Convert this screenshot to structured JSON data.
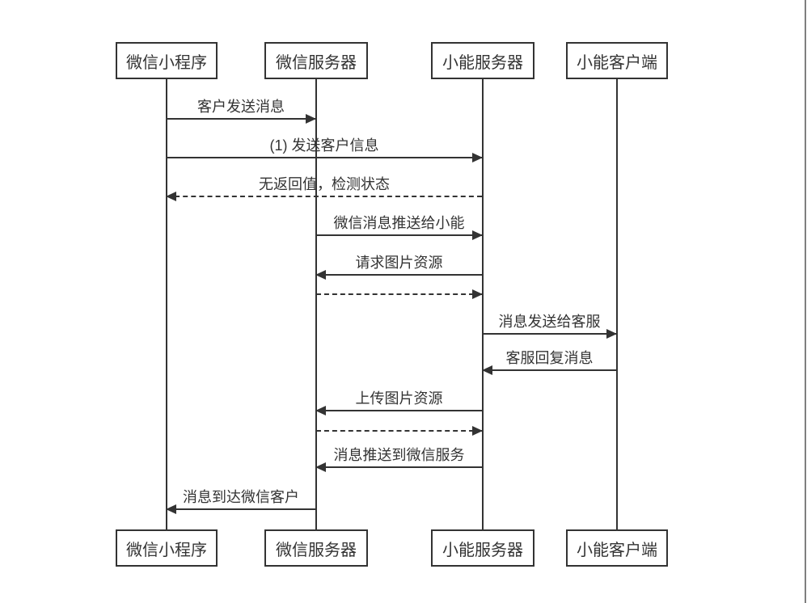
{
  "diagram": {
    "type": "sequence-diagram",
    "actors": [
      "微信小程序",
      "微信服务器",
      "小能服务器",
      "小能客户端"
    ],
    "messages": [
      {
        "label": "客户发送消息",
        "from": "微信小程序",
        "to": "微信服务器",
        "line": "solid",
        "direction": "right"
      },
      {
        "label": "(1) 发送客户信息",
        "from": "微信小程序",
        "to": "小能服务器",
        "line": "solid",
        "direction": "right"
      },
      {
        "label": "无返回值，检测状态",
        "from": "小能服务器",
        "to": "微信小程序",
        "line": "dashed",
        "direction": "left"
      },
      {
        "label": "微信消息推送给小能",
        "from": "微信服务器",
        "to": "小能服务器",
        "line": "solid",
        "direction": "right"
      },
      {
        "label": "请求图片资源",
        "from": "小能服务器",
        "to": "微信服务器",
        "line": "solid",
        "direction": "left"
      },
      {
        "label": "",
        "from": "微信服务器",
        "to": "小能服务器",
        "line": "dashed",
        "direction": "right"
      },
      {
        "label": "消息发送给客服",
        "from": "小能服务器",
        "to": "小能客户端",
        "line": "solid",
        "direction": "right"
      },
      {
        "label": "客服回复消息",
        "from": "小能客户端",
        "to": "小能服务器",
        "line": "solid",
        "direction": "left"
      },
      {
        "label": "上传图片资源",
        "from": "小能服务器",
        "to": "微信服务器",
        "line": "solid",
        "direction": "left"
      },
      {
        "label": "",
        "from": "微信服务器",
        "to": "小能服务器",
        "line": "dashed",
        "direction": "right"
      },
      {
        "label": "消息推送到微信服务",
        "from": "小能服务器",
        "to": "微信服务器",
        "line": "solid",
        "direction": "left"
      },
      {
        "label": "消息到达微信客户",
        "from": "微信服务器",
        "to": "微信小程序",
        "line": "solid",
        "direction": "left"
      }
    ],
    "colors": {
      "line": "#333333",
      "text": "#333333",
      "actor_border": "#333333",
      "page_edge": "#7f7f7f",
      "background": "#ffffff"
    }
  }
}
